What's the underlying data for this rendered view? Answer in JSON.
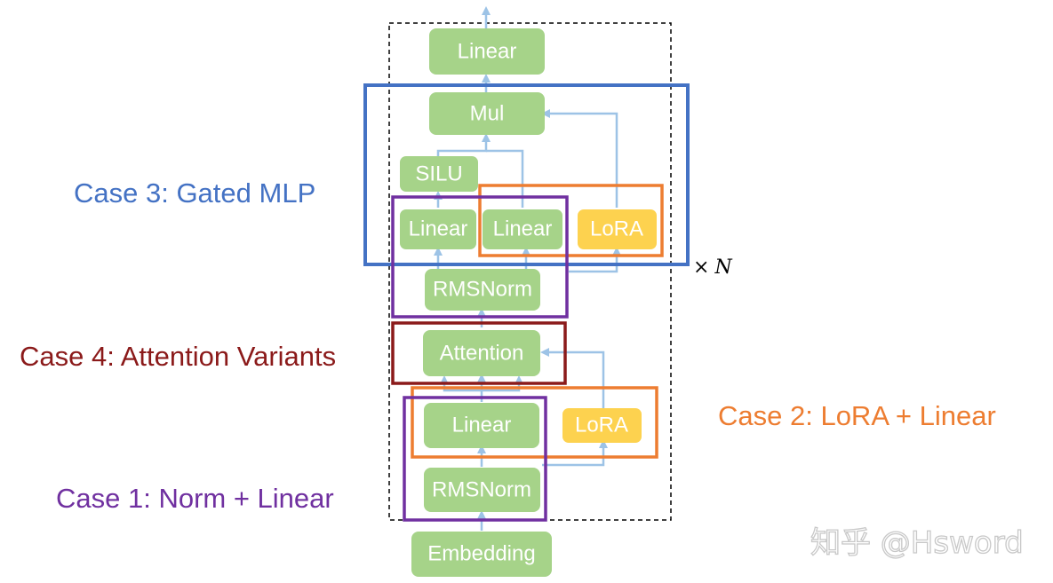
{
  "blocks": {
    "linear_top": "Linear",
    "mul": "Mul",
    "silu": "SILU",
    "linear_gate": "Linear",
    "linear_up": "Linear",
    "lora_mlp": "LoRA",
    "rmsnorm_mid": "RMSNorm",
    "attention": "Attention",
    "linear_bottom": "Linear",
    "lora_bottom": "LoRA",
    "rmsnorm_bottom": "RMSNorm",
    "embedding": "Embedding"
  },
  "cases": {
    "case3": "Case 3: Gated MLP",
    "case4": "Case 4: Attention Variants",
    "case2": "Case 2: LoRA + Linear",
    "case1": "Case 1: Norm + Linear"
  },
  "repeat_label": {
    "times": "×",
    "n": "N"
  },
  "watermark": "知乎 @Hsword",
  "colors": {
    "green_block": "#a6d389",
    "yellow_block": "#fdd24f",
    "arrow": "#9dc3e6",
    "case1": "#7030a0",
    "case2": "#ed7d31",
    "case3": "#4472c4",
    "case4": "#8b1a1a"
  }
}
